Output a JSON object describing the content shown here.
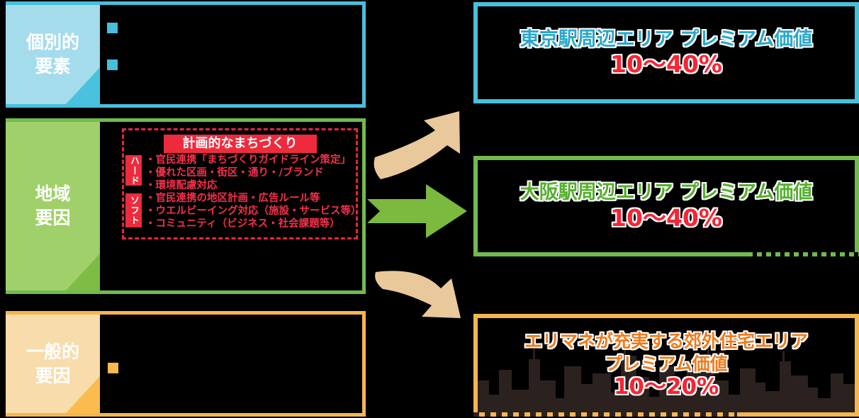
{
  "diagram": {
    "factors": [
      {
        "label_line1": "個別的",
        "label_line2": "要素"
      },
      {
        "label_line1": "地域",
        "label_line2": "要因"
      },
      {
        "label_line1": "一般的",
        "label_line2": "要因"
      }
    ],
    "plan_box": {
      "title": "計画的なまちづくり",
      "hard": {
        "label": "ハード",
        "items": [
          "・官民連携「まちづくりガイドライン策定」",
          "・優れた区画・街区・通り・/ブランド",
          "・環境配慮対応"
        ]
      },
      "soft": {
        "label": "ソフト",
        "items": [
          "・官民連携の地区計画・広告ルール等",
          "・ウエルビーイング対応（施設・サービス等）",
          "・コミュニティ（ビジネス・社会課題等）"
        ]
      }
    },
    "results": [
      {
        "title": "東京駅周辺エリア プレミアム価値",
        "value": "10〜40%"
      },
      {
        "title": "大阪駅周辺エリア プレミアム価値",
        "value": "10〜40%"
      },
      {
        "title_line1": "エリマネが充実する郊外住宅エリア",
        "title_line2": "プレミアム価値",
        "value": "10〜20%"
      }
    ],
    "colors": {
      "cyan_accent": "#47c0dc",
      "green_accent": "#72ba4d",
      "orange_accent": "#f7b54e",
      "red_value": "#fa2433",
      "plan_red": "#ee2b3d",
      "tan_arrow": "#e9c89b",
      "green_arrow": "#7cb93f"
    }
  }
}
